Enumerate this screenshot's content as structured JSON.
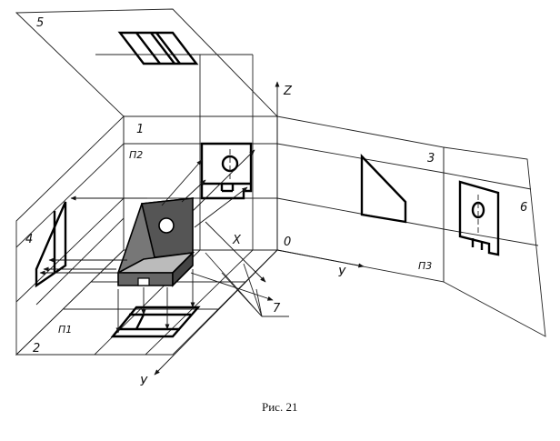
{
  "figure": {
    "caption": "Рис. 21",
    "labels": {
      "plane_number_1": "1",
      "plane_number_2": "2",
      "plane_number_3": "3",
      "plane_number_4": "4",
      "plane_number_5": "5",
      "plane_number_6": "6",
      "callout_number_7": "7",
      "plane_pi2": "П2",
      "plane_pi3": "П3",
      "plane_pi1": "П1",
      "axis_z": "Z",
      "axis_x": "X",
      "axis_y_right": "У",
      "axis_y_down": "У",
      "origin": "0"
    }
  }
}
